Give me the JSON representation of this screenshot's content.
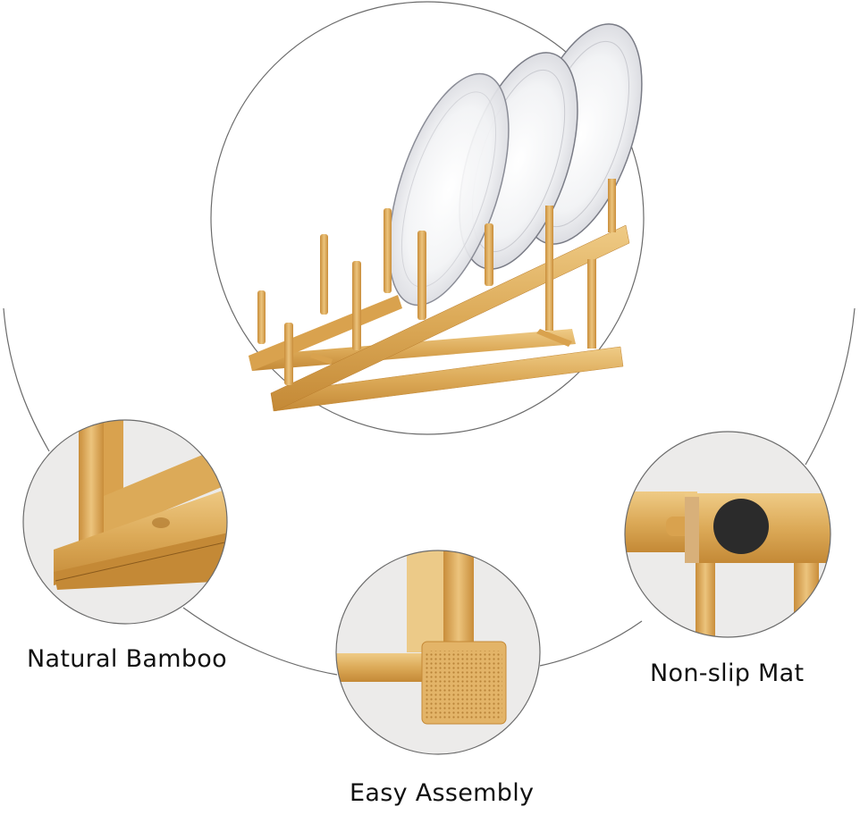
{
  "features": [
    {
      "label": "Natural Bamboo",
      "icon": "bamboo-joint-closeup"
    },
    {
      "label": "Easy Assembly",
      "icon": "peg-slot-closeup"
    },
    {
      "label": "Non-slip Mat",
      "icon": "rubber-pad-closeup"
    }
  ],
  "main_image": {
    "subject": "bamboo-dish-rack-with-three-plates"
  },
  "colors": {
    "background": "#ffffff",
    "outline": "#6b6b6b",
    "bamboo_light": "#e8bf76",
    "bamboo_mid": "#d9a24e",
    "bamboo_dark": "#b97c2c",
    "detail_bg": "#ecebea",
    "mat_pad": "#2b2b2b",
    "plate": "#f4f5f7",
    "plate_rim": "#7a7c86"
  }
}
